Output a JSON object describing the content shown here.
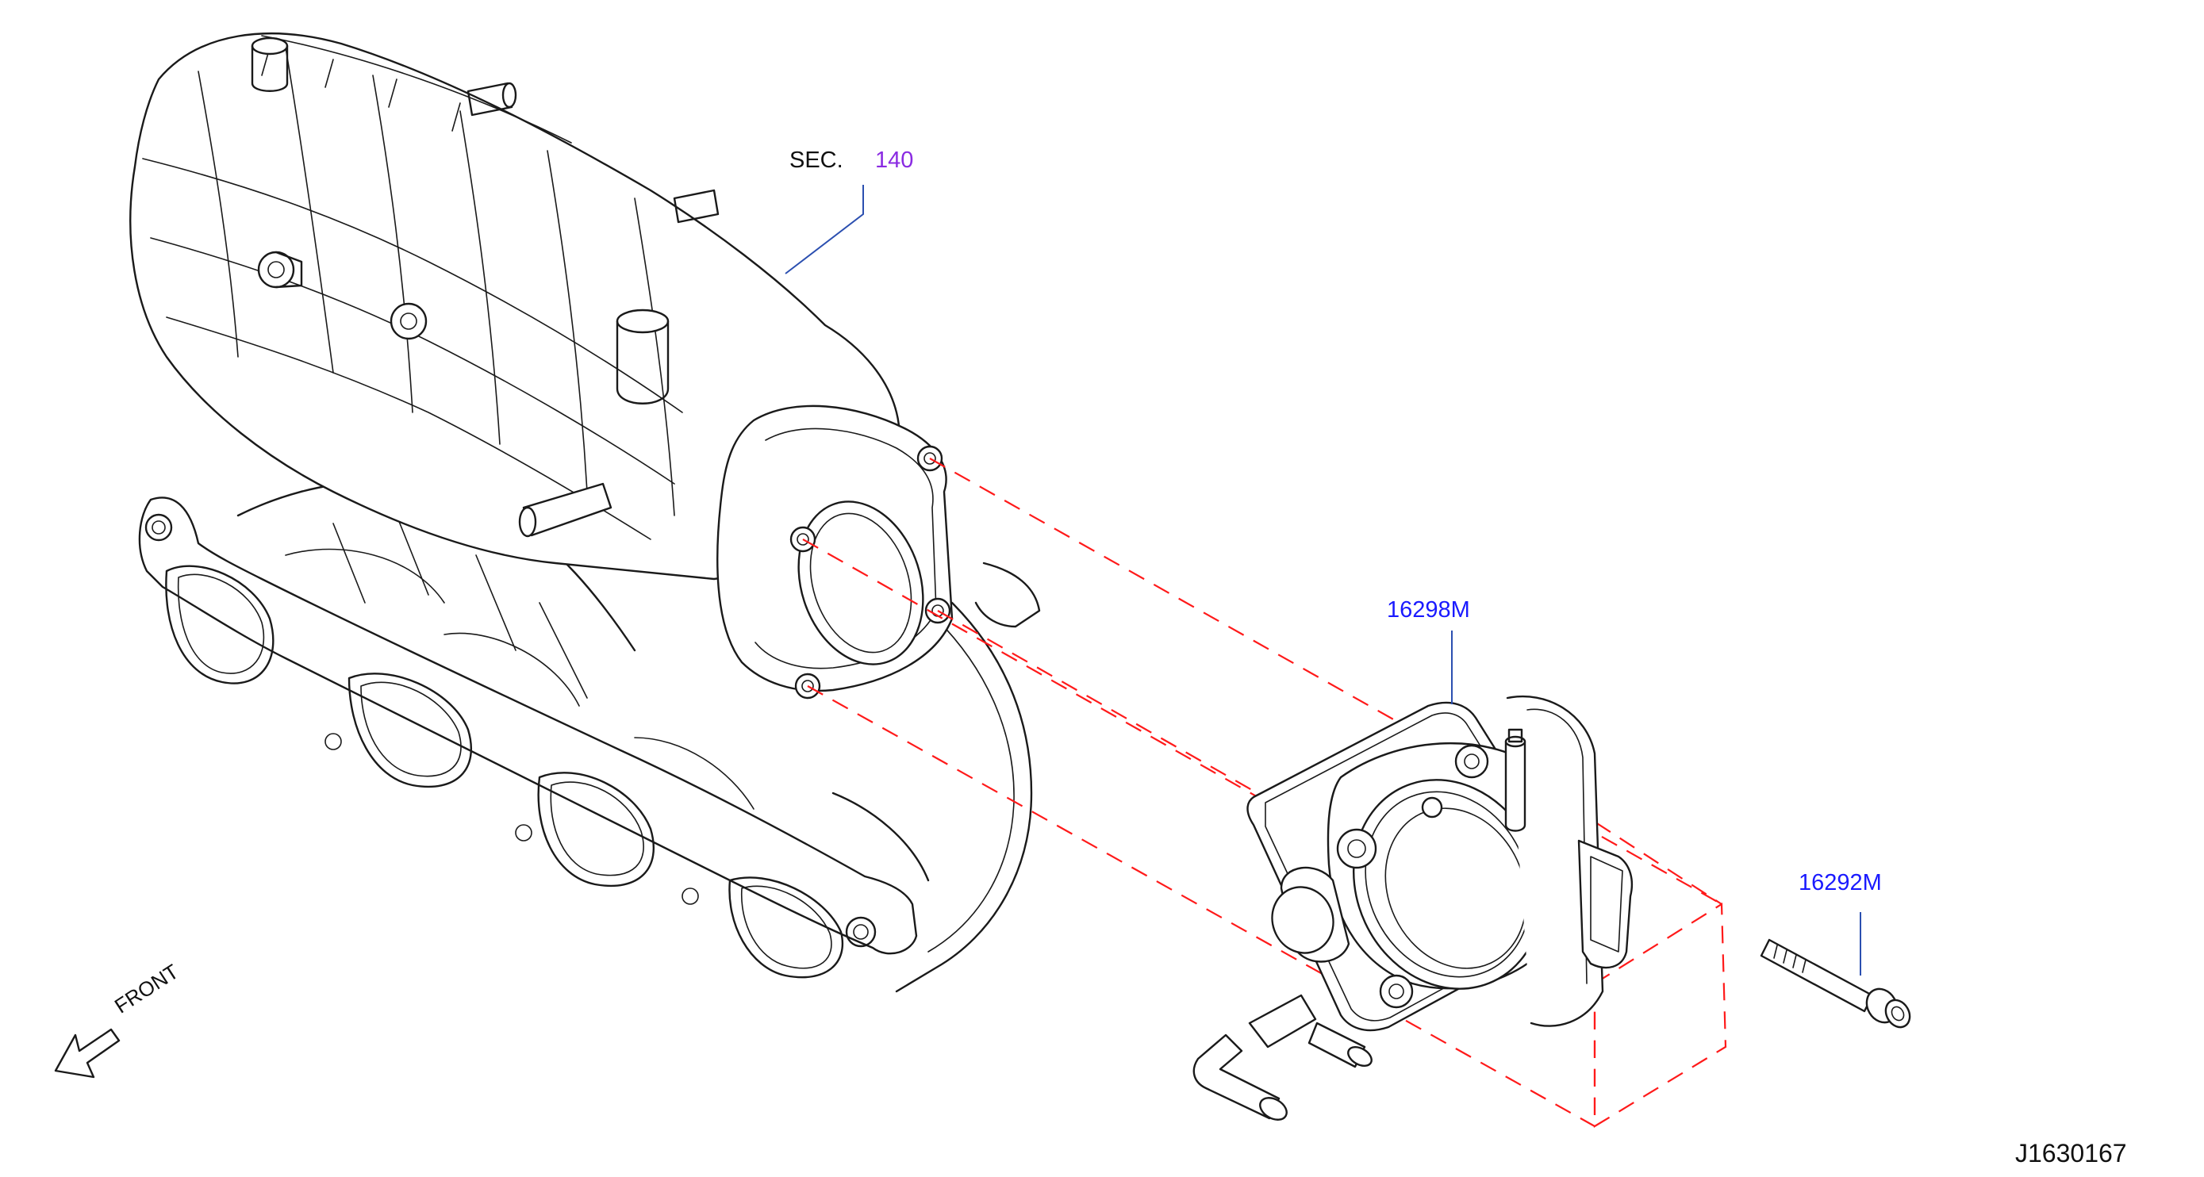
{
  "labels": {
    "sec_prefix": "SEC.",
    "sec_number": "140",
    "throttle_part": "16298M",
    "bolt_part": "16292M",
    "front": "FRONT",
    "diagram_id": "J1630167"
  },
  "colors": {
    "line": "#1a1a1a",
    "dash": "#ff1a1a",
    "part_link": "#1a1aff",
    "section_link": "#8a2be2",
    "leader": "#2b4fb0"
  },
  "icons": [
    "front-arrow-icon"
  ]
}
